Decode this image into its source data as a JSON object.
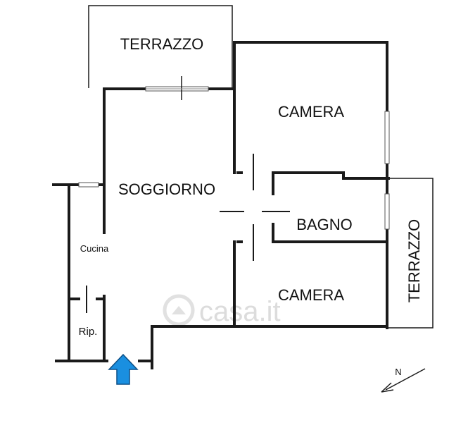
{
  "rooms": {
    "terrazzo_top": "TERRAZZO",
    "camera_top": "CAMERA",
    "soggiorno": "SOGGIORNO",
    "bagno": "BAGNO",
    "camera_bottom": "CAMERA",
    "terrazzo_right": "TERRAZZO",
    "cucina": "Cucina",
    "ripostiglio": "Rip."
  },
  "compass": {
    "label": "N"
  },
  "watermark": {
    "text": "casa.it"
  },
  "colors": {
    "entrance_arrow": "#1a8fe0",
    "walls": "#1a1a1a"
  }
}
